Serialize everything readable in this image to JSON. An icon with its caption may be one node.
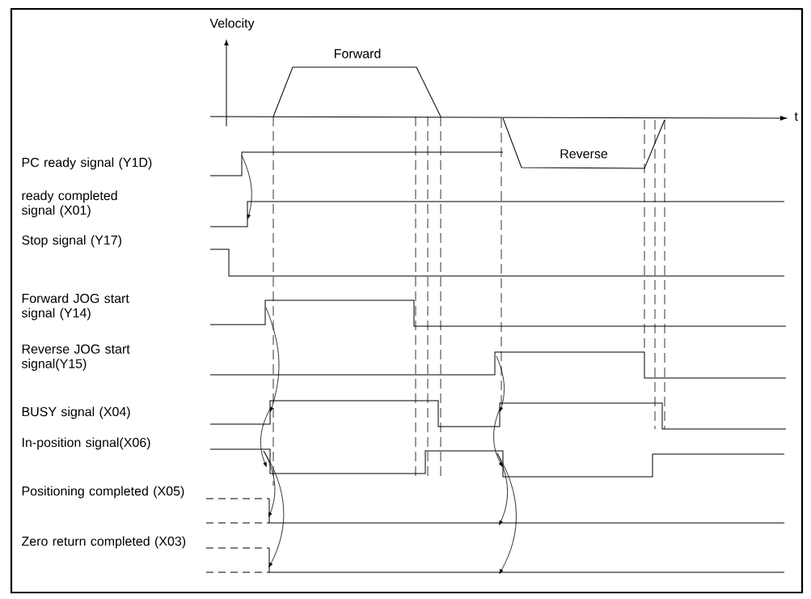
{
  "diagram": {
    "labels": [
      "Velocity",
      "Forward",
      "t",
      "Reverse",
      "PC ready signal (Y1D)",
      "ready completed signal (X01)",
      "Stop signal (Y17)",
      "Forward JOG start signal (Y14)",
      "Reverse JOG start signal(Y15)",
      "BUSY signal (X04)",
      "In-position signal(X06)",
      "Positioning completed (X05)",
      "Zero return completed (X03)"
    ]
  }
}
